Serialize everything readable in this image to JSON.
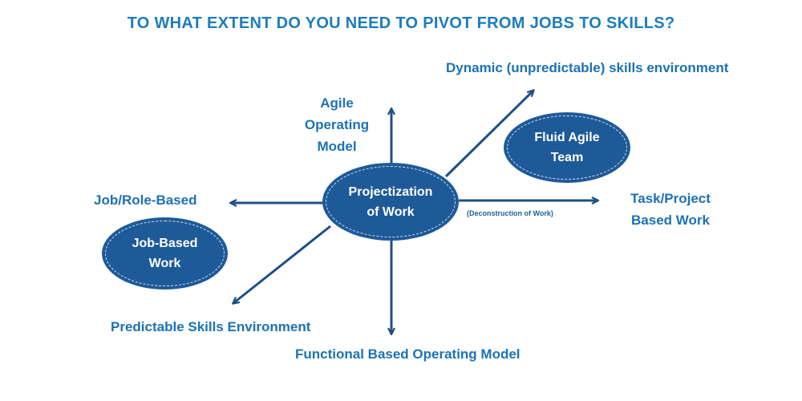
{
  "title": "TO WHAT EXTENT DO YOU NEED TO PIVOT FROM JOBS TO SKILLS?",
  "colors": {
    "title": "#1b7dbd",
    "label": "#1b72b4",
    "ellipse": "#1f5a98",
    "arrow": "#1f4f85"
  },
  "labels": {
    "dynamic": "Dynamic (unpredictable) skills environment",
    "agile_line1": "Agile",
    "agile_line2": "Operating",
    "agile_line3": "Model",
    "job_role": "Job/Role-Based",
    "task_line1": "Task/Project",
    "task_line2": "Based Work",
    "predictable": "Predictable Skills Environment",
    "functional": "Functional Based Operating Model",
    "deconstruction": "(Deconstruction of Work)"
  },
  "ellipses": {
    "center_line1": "Projectization",
    "center_line2": "of Work",
    "fluid_line1": "Fluid Agile",
    "fluid_line2": "Team",
    "job_line1": "Job-Based",
    "job_line2": "Work"
  }
}
